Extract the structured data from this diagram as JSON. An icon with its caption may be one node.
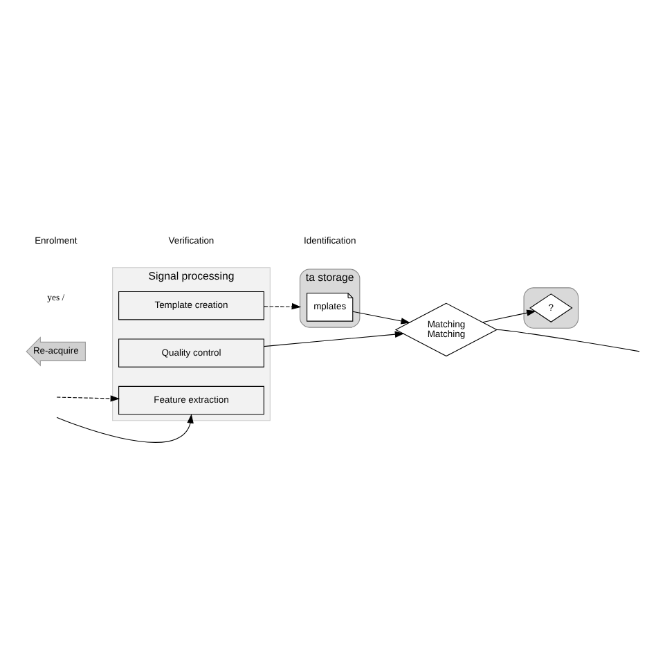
{
  "diagram": {
    "nodes": [
      {
        "text": [
          "ta storage"
        ]
      },
      {
        "text": [
          "mplates"
        ],
        "in": 0
      },
      {
        "text": [
          "Matching",
          "Matching"
        ]
      },
      {
        "text": [
          "Signal processing"
        ]
      },
      {
        "text": [
          "Template creation"
        ],
        "in": 3
      },
      {
        "text": [
          "Quality control"
        ],
        "in": 3
      },
      {
        "text": [
          "Feature extraction"
        ],
        "in": 3
      },
      {
        "text": [
          "Re-acquire"
        ]
      },
      {
        "text": [],
        "shape": "box"
      },
      {
        "text": [
          "?"
        ],
        "in": 8
      }
    ],
    "edges": [
      {
        "from": 1,
        "to": 2,
        "arrow": "to"
      },
      {
        "from": 4,
        "to": 0,
        "arrow": "to",
        "style": "dashed"
      },
      {
        "from": 5,
        "to": 2,
        "arrow": "to"
      },
      {
        "from": null,
        "to": 6,
        "arrow": "to"
      },
      {
        "from": null,
        "to": 6,
        "arrow": "to",
        "style": "dashed"
      },
      {
        "from": 2,
        "to": 9,
        "arrow": "to"
      },
      {
        "from": 2,
        "to": null,
        "arrow": "none"
      }
    ],
    "labels": [
      "yes /"
    ],
    "legend": [
      {
        "text": "Enrolment"
      },
      {
        "text": "Verification"
      },
      {
        "text": "Identification"
      }
    ]
  }
}
